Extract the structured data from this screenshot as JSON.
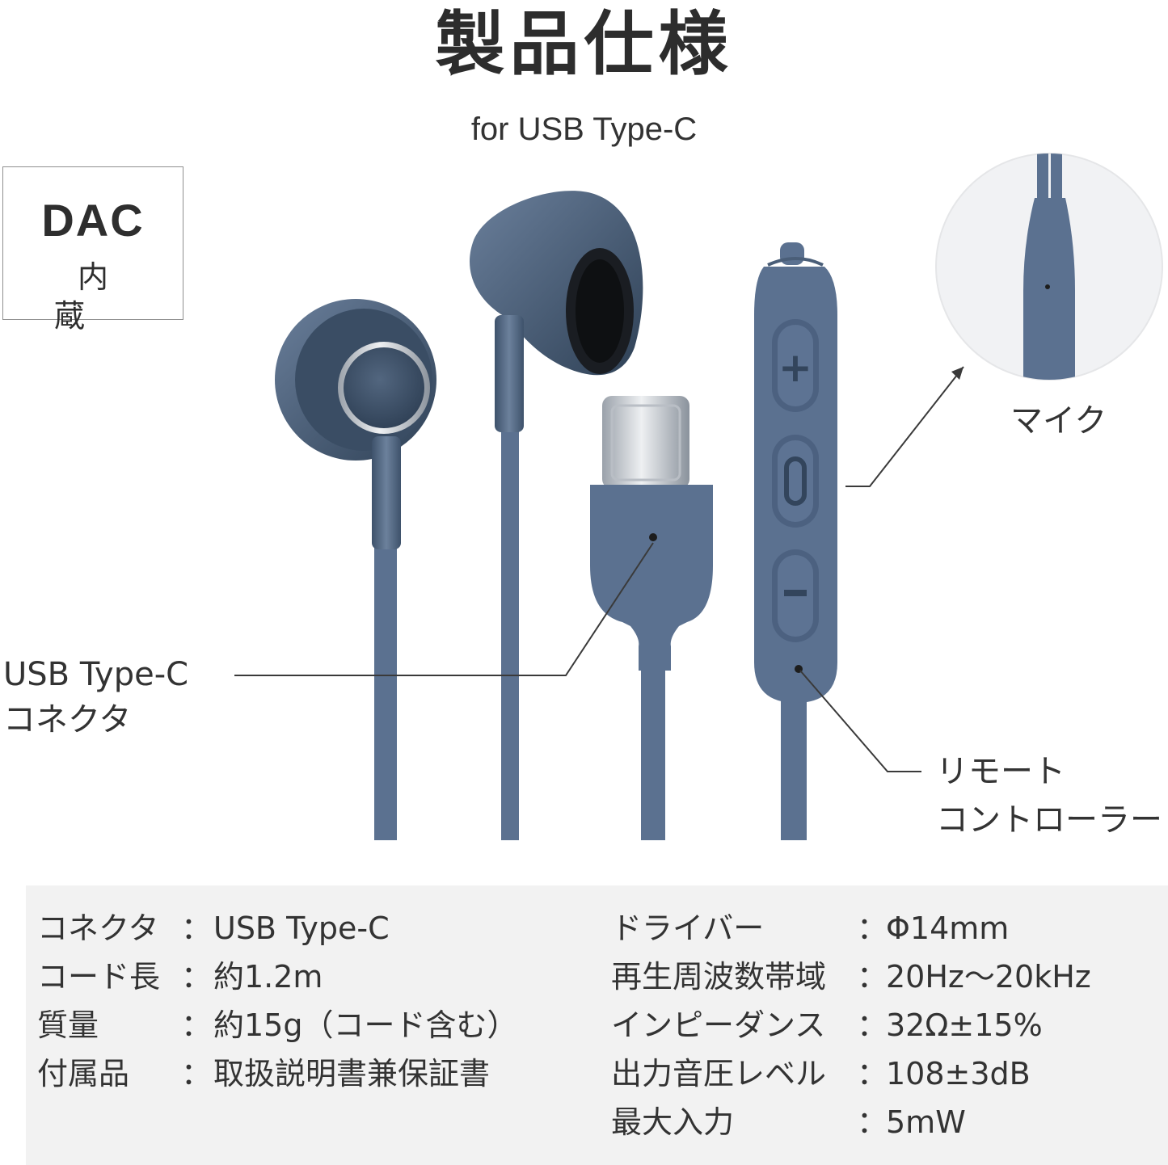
{
  "header": {
    "title": "製品仕様",
    "subtitle": "for USB Type-C"
  },
  "badge": {
    "line1": "DAC",
    "line2": "内蔵"
  },
  "callouts": {
    "connector_line1": "USB Type-C",
    "connector_line2": "コネクタ",
    "mic": "マイク",
    "remote_line1": "リモート",
    "remote_line2": "コントローラー"
  },
  "specs": {
    "separator": "：",
    "left": [
      {
        "label": "コネクタ",
        "value": "USB Type-C"
      },
      {
        "label": "コード長",
        "value": "約1.2m"
      },
      {
        "label": "質量",
        "value": "約15g（コード含む）"
      },
      {
        "label": "付属品",
        "value": "取扱説明書兼保証書"
      }
    ],
    "right": [
      {
        "label": "ドライバー",
        "value": "Φ14mm"
      },
      {
        "label": "再生周波数帯域",
        "value": "20Hz～20kHz"
      },
      {
        "label": "インピーダンス",
        "value": "32Ω±15%"
      },
      {
        "label": "出力音圧レベル",
        "value": "108±3dB"
      },
      {
        "label": "最大入力",
        "value": "5mW"
      }
    ]
  },
  "colors": {
    "product_blue": "#5b7190",
    "product_blue_dark": "#34475f",
    "panel_bg": "#f2f2f2",
    "text": "#2b2b2b"
  }
}
